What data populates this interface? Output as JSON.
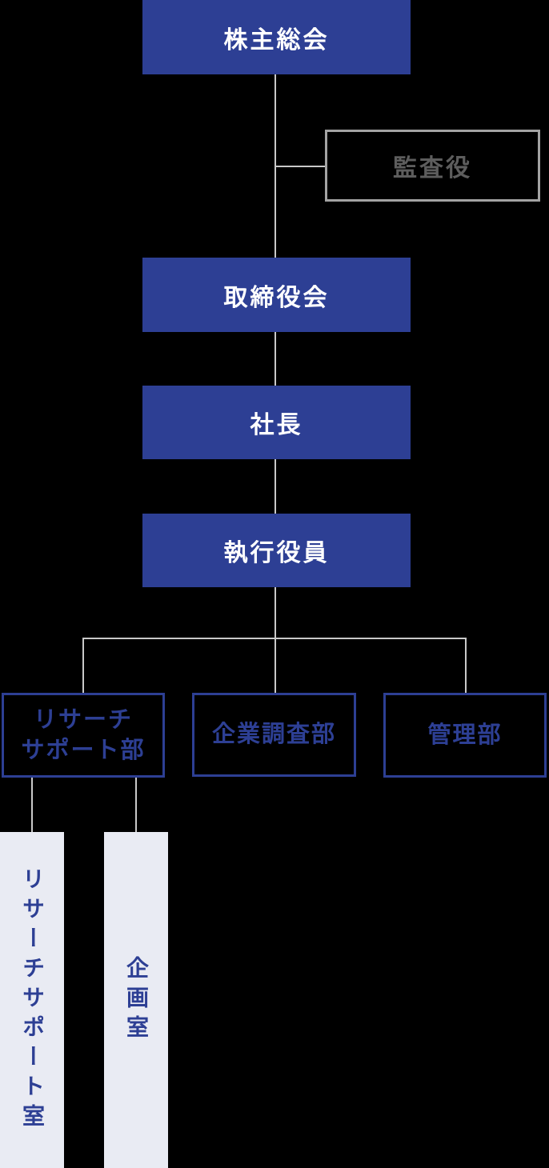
{
  "diagram": {
    "type": "organization-chart",
    "background": "#000000",
    "nodes": {
      "shareholders_meeting": {
        "label": "株主総会",
        "style": "filled-blue"
      },
      "auditor": {
        "label": "監査役",
        "style": "outlined-gray"
      },
      "board_of_directors": {
        "label": "取締役会",
        "style": "filled-blue"
      },
      "president": {
        "label": "社長",
        "style": "filled-blue"
      },
      "executive_officers": {
        "label": "執行役員",
        "style": "filled-blue"
      },
      "research_support_dept": {
        "label": "リサーチ\nサポート部",
        "style": "outlined-blue"
      },
      "corporate_research_dept": {
        "label": "企業調査部",
        "style": "outlined-blue"
      },
      "administration_dept": {
        "label": "管理部",
        "style": "outlined-blue"
      },
      "research_support_office": {
        "label": "リサーチサポート室",
        "style": "light-panel-vertical-text"
      },
      "planning_office": {
        "label": "企画室",
        "style": "light-panel-vertical-text"
      }
    },
    "edges": [
      {
        "from": "shareholders_meeting",
        "to": "board_of_directors"
      },
      {
        "from": "shareholders_meeting-board_of_directors-line",
        "to": "auditor"
      },
      {
        "from": "board_of_directors",
        "to": "president"
      },
      {
        "from": "president",
        "to": "executive_officers"
      },
      {
        "from": "executive_officers",
        "to": "research_support_dept"
      },
      {
        "from": "executive_officers",
        "to": "corporate_research_dept"
      },
      {
        "from": "executive_officers",
        "to": "administration_dept"
      },
      {
        "from": "research_support_dept",
        "to": "research_support_office"
      },
      {
        "from": "research_support_dept",
        "to": "planning_office"
      }
    ],
    "colors": {
      "primary_blue": "#2d3f94",
      "filled_node_text": "#ffffff",
      "auditor_border_gray": "#a3a3a3",
      "auditor_text_gray": "#5d5d5d",
      "connector_line_gray": "#c9c9c9",
      "office_panel_background": "#e9ebf3"
    }
  }
}
